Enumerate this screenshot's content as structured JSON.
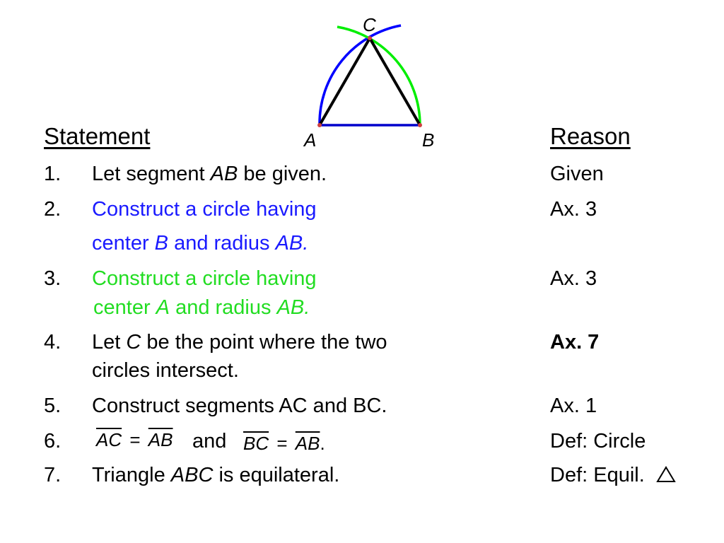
{
  "diagram": {
    "labels": {
      "a": "A",
      "b": "B",
      "c": "C"
    },
    "colors": {
      "blue_arc": "#0000ff",
      "green_arc": "#00ee00",
      "segments": "#000000",
      "base": "#0000cc",
      "points": "#d04040"
    }
  },
  "headers": {
    "statement": "Statement",
    "reason": "Reason"
  },
  "steps": [
    {
      "num": "1.",
      "lines": [
        [
          "Let segment ",
          "AB",
          " be given."
        ]
      ],
      "reason": "Given"
    },
    {
      "num": "2.",
      "lines": [
        [
          "Construct a circle having"
        ],
        [
          "center ",
          "B",
          " and radius ",
          "AB."
        ]
      ],
      "reason": "Ax. 3"
    },
    {
      "num": "3.",
      "lines": [
        [
          "Construct a circle having"
        ],
        [
          "center ",
          "A",
          " and radius ",
          "AB."
        ]
      ],
      "reason": "Ax. 3"
    },
    {
      "num": "4.",
      "lines": [
        [
          "Let ",
          "C",
          " be the point where the two"
        ],
        [
          "circles intersect."
        ]
      ],
      "reason": "Ax. 7"
    },
    {
      "num": "5.",
      "lines": [
        [
          "Construct segments AC and BC."
        ]
      ],
      "reason": "Ax. 1"
    },
    {
      "num": "6.",
      "eq": {
        "ac": "AC",
        "eq1": "=",
        "ab1": "AB",
        "and": "and",
        "bc": "BC",
        "eq2": "=",
        "ab2": "AB",
        "period": "."
      },
      "reason": "Def: Circle"
    },
    {
      "num": "7.",
      "lines": [
        [
          "Triangle ",
          "ABC",
          " is equilateral."
        ]
      ],
      "reason": "Def: Equil."
    }
  ],
  "colors": {
    "step2": "#1a1aff",
    "step3": "#22dd22"
  }
}
